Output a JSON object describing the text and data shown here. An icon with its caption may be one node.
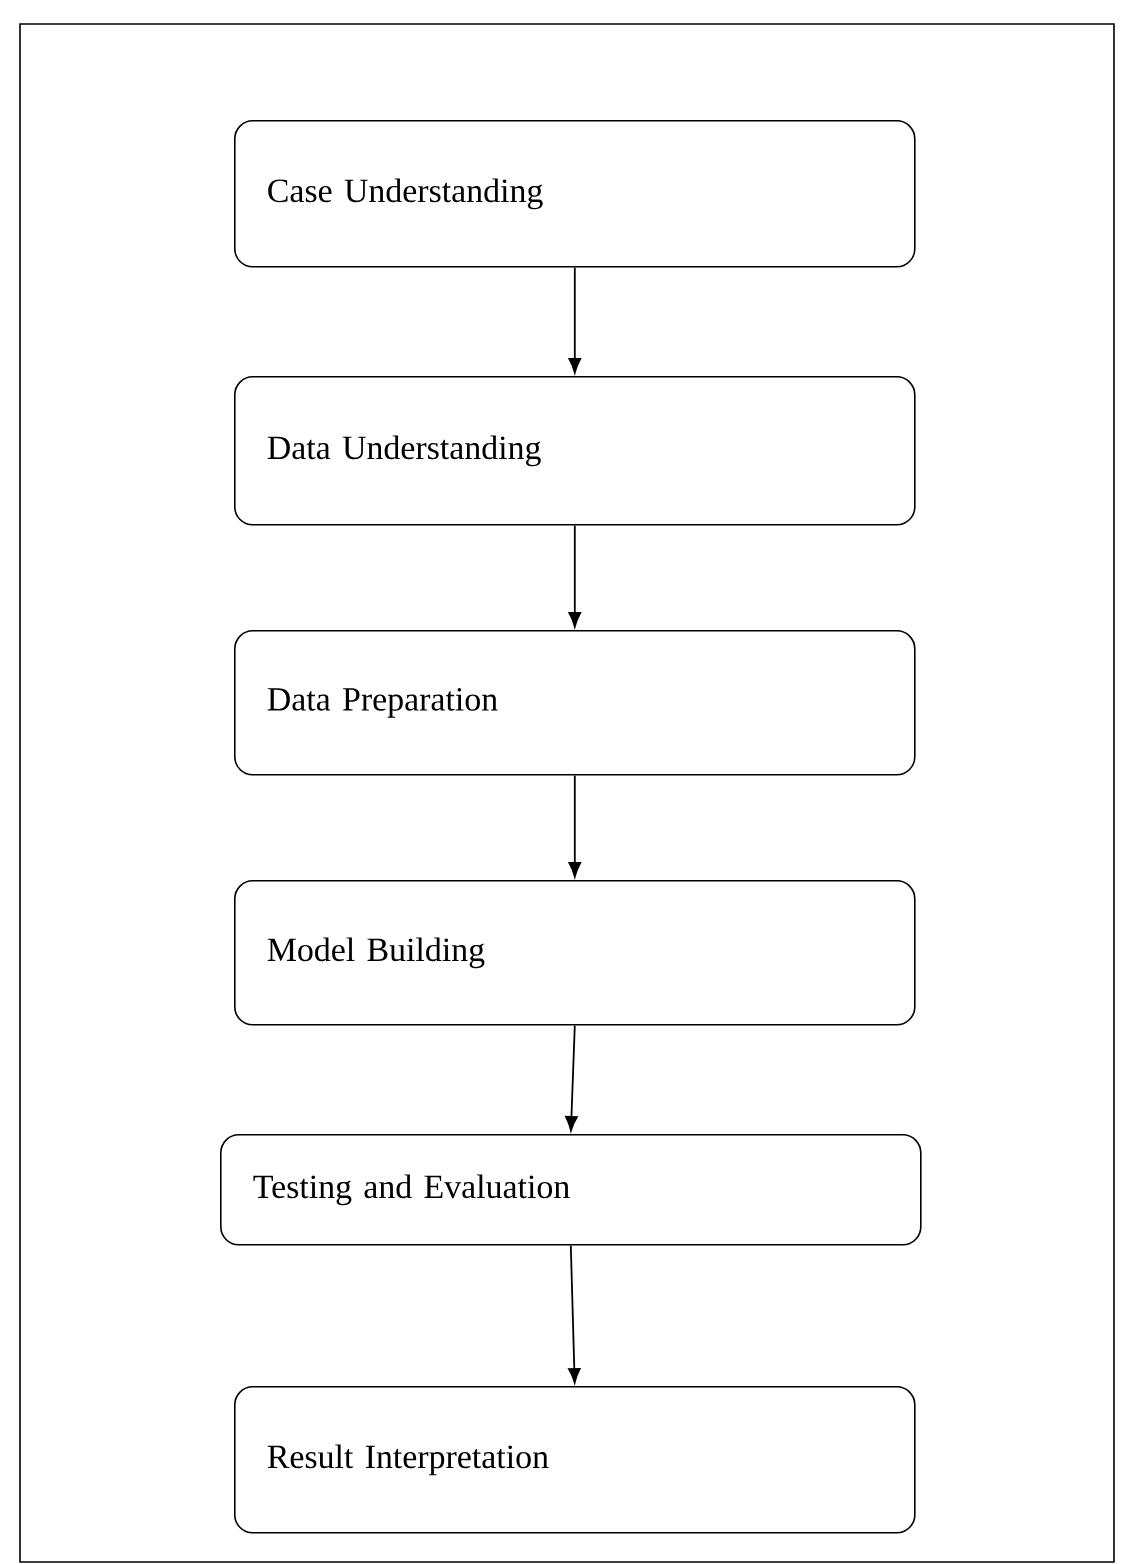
{
  "diagram": {
    "nodes": [
      {
        "text": [
          "Case Understanding"
        ]
      },
      {
        "text": [
          "Data Understanding"
        ]
      },
      {
        "text": [
          "Data Preparation"
        ]
      },
      {
        "text": [
          "Model Building"
        ]
      },
      {
        "text": [
          "Testing and Evaluation"
        ]
      },
      {
        "text": [
          "Result Interpretation"
        ]
      }
    ],
    "edges": [
      {
        "from": 0,
        "to": 1,
        "arrow": "to"
      },
      {
        "from": 1,
        "to": 2,
        "arrow": "to"
      },
      {
        "from": 2,
        "to": 3,
        "arrow": "to"
      },
      {
        "from": 3,
        "to": 4,
        "arrow": "to"
      },
      {
        "from": 4,
        "to": 5,
        "arrow": "to"
      }
    ]
  }
}
